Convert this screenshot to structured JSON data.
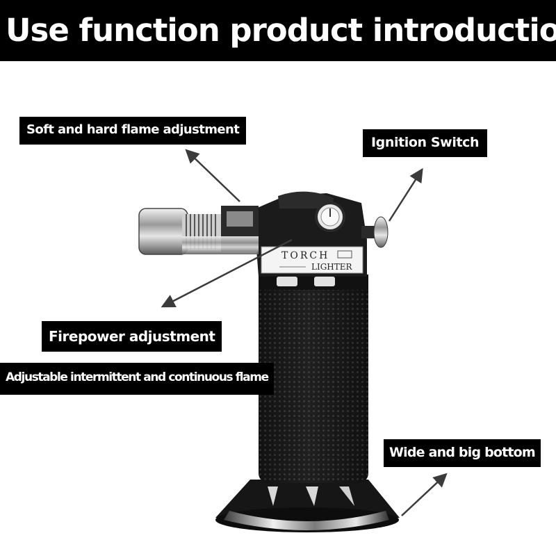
{
  "banner": {
    "title": "Use function product introduction"
  },
  "callouts": {
    "soft_hard": "Soft and hard flame adjustment",
    "ignition": "Ignition Switch",
    "firepower": "Firepower adjustment",
    "adjustable": "Adjustable intermittent and continuous flame",
    "bottom": "Wide and big bottom"
  },
  "product": {
    "plate_brand": "TORCH",
    "plate_type": "LIGHTER"
  },
  "colors": {
    "background": "#ffffff",
    "label_background": "#000000",
    "label_text": "#ffffff",
    "body": "#1c1c1c",
    "chrome": "#c9c9c9"
  }
}
